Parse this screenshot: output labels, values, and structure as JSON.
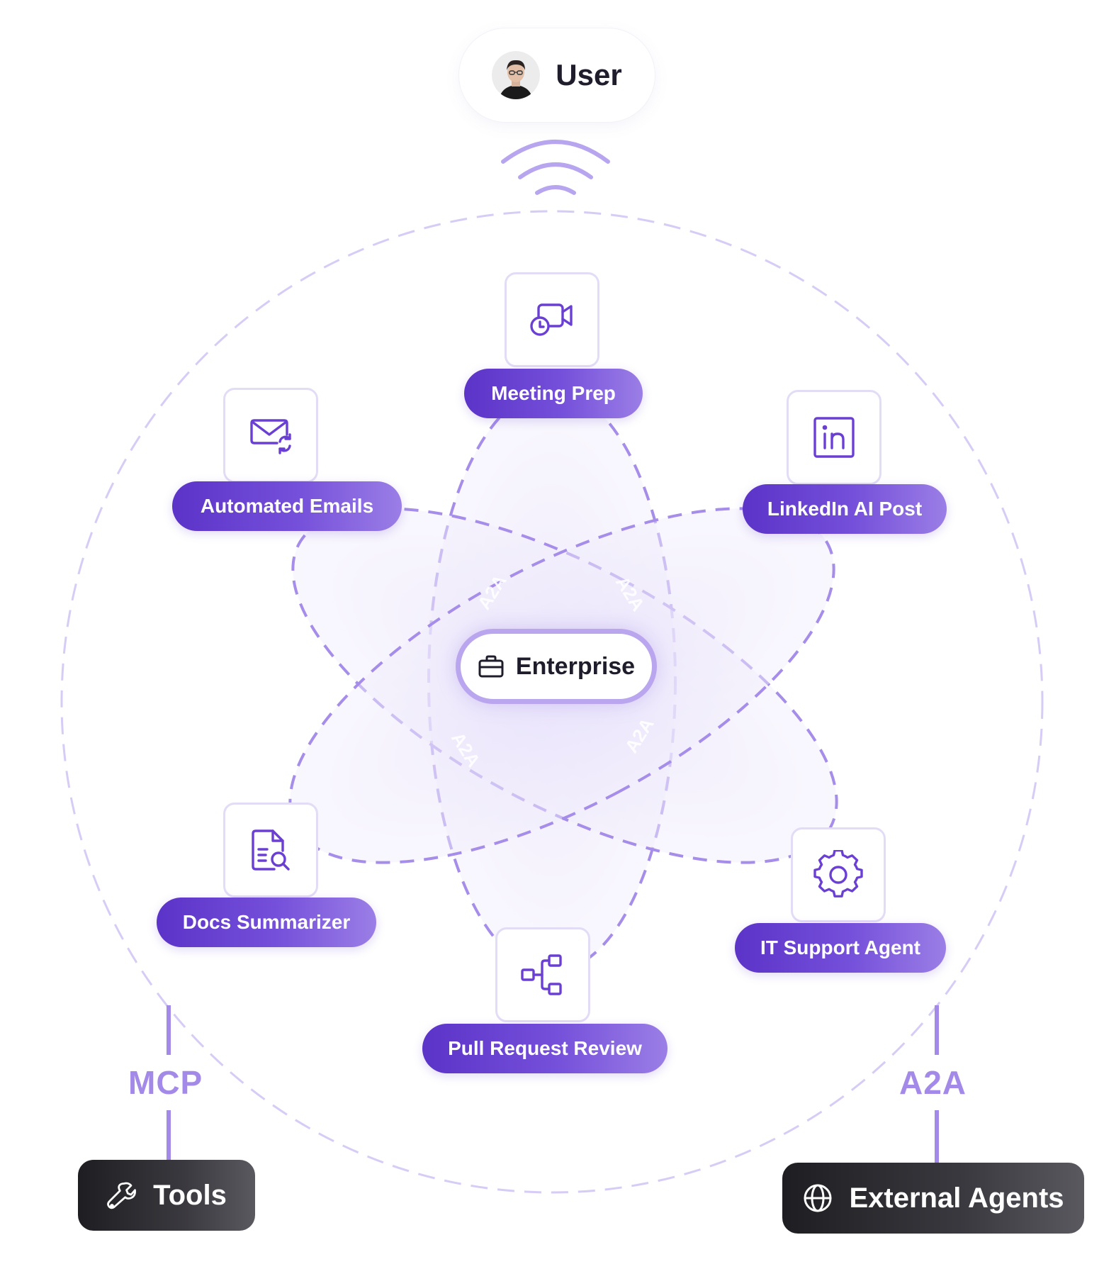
{
  "user": {
    "label": "User"
  },
  "hub": {
    "label": "Enterprise",
    "icon": "briefcase-icon"
  },
  "agents": [
    {
      "label": "Meeting Prep",
      "icon": "video-clock-icon"
    },
    {
      "label": "Automated Emails",
      "icon": "mail-sync-icon"
    },
    {
      "label": "LinkedIn AI Post",
      "icon": "linkedin-icon"
    },
    {
      "label": "Docs Summarizer",
      "icon": "doc-search-icon"
    },
    {
      "label": "IT Support Agent",
      "icon": "gear-icon"
    },
    {
      "label": "Pull Request Review",
      "icon": "flow-branch-icon"
    }
  ],
  "petal_label": "A2A",
  "connections": {
    "mcp": {
      "protocol": "MCP",
      "target": "Tools",
      "icon": "wrench-icon"
    },
    "a2a": {
      "protocol": "A2A",
      "target": "External Agents",
      "icon": "globe-icon"
    }
  },
  "colors": {
    "accent": "#5b33c8",
    "accent_light": "#9b7ee6",
    "dashed": "#c9bcf3",
    "dashed_strong": "#a58de9",
    "label_purple": "#a48ae8",
    "dark_pill": "#2b2a30"
  }
}
